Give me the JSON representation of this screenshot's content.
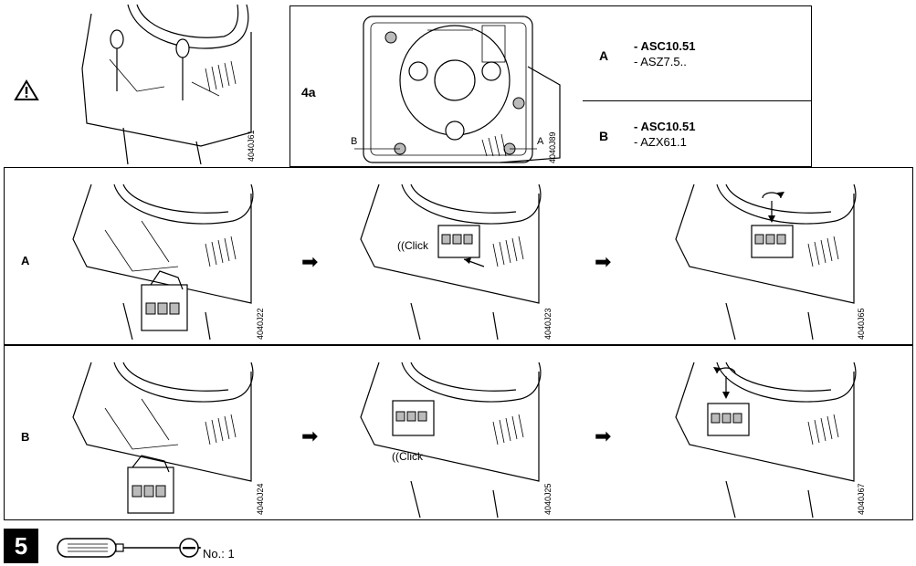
{
  "warning": {
    "icon": "warning-triangle-icon"
  },
  "top": {
    "image1_code": "4040J61",
    "label_4a": "4a",
    "image2_code": "4040J89",
    "marker_b": "B",
    "marker_a": "A",
    "legend": [
      {
        "key": "A",
        "main": "- ASC10.51",
        "sub": "- ASZ7.5.."
      },
      {
        "key": "B",
        "main": "- ASC10.51",
        "sub": "- AZX61.1"
      }
    ]
  },
  "row_a": {
    "label": "A",
    "codes": [
      "4040J22",
      "4040J23",
      "4040J65"
    ],
    "click": "Click"
  },
  "row_b": {
    "label": "B",
    "codes": [
      "4040J24",
      "4040J25",
      "4040J67"
    ],
    "click": "Click"
  },
  "footer": {
    "step": "5",
    "tool_label": "No.: 1"
  }
}
